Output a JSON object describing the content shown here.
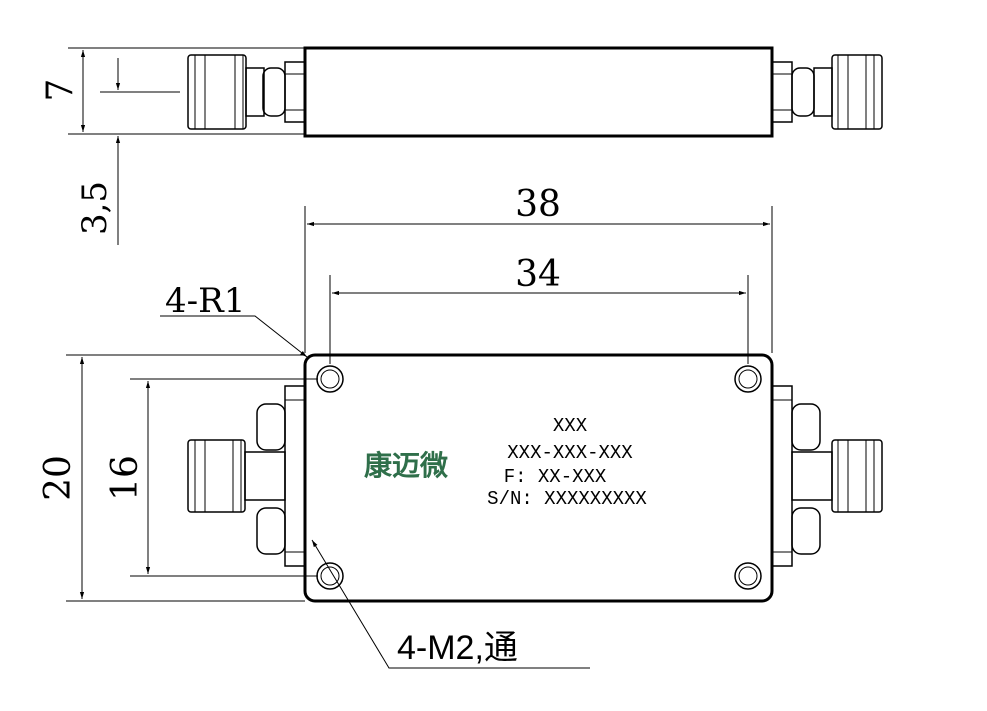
{
  "dimensions": {
    "height_side": "7",
    "center_offset": "3,5",
    "overall_length": "38",
    "hole_spacing_length": "34",
    "overall_width": "20",
    "hole_spacing_width": "16"
  },
  "callouts": {
    "corner_radius": "4-R1",
    "mounting_holes": "4-M2,通"
  },
  "label": {
    "model": "XXX",
    "part_number": "XXX-XXX-XXX",
    "frequency": "F: XX-XXX",
    "serial": "S/N: XXXXXXXXX"
  },
  "brand": {
    "name": "康迈微",
    "color": "#2f6f4a"
  }
}
